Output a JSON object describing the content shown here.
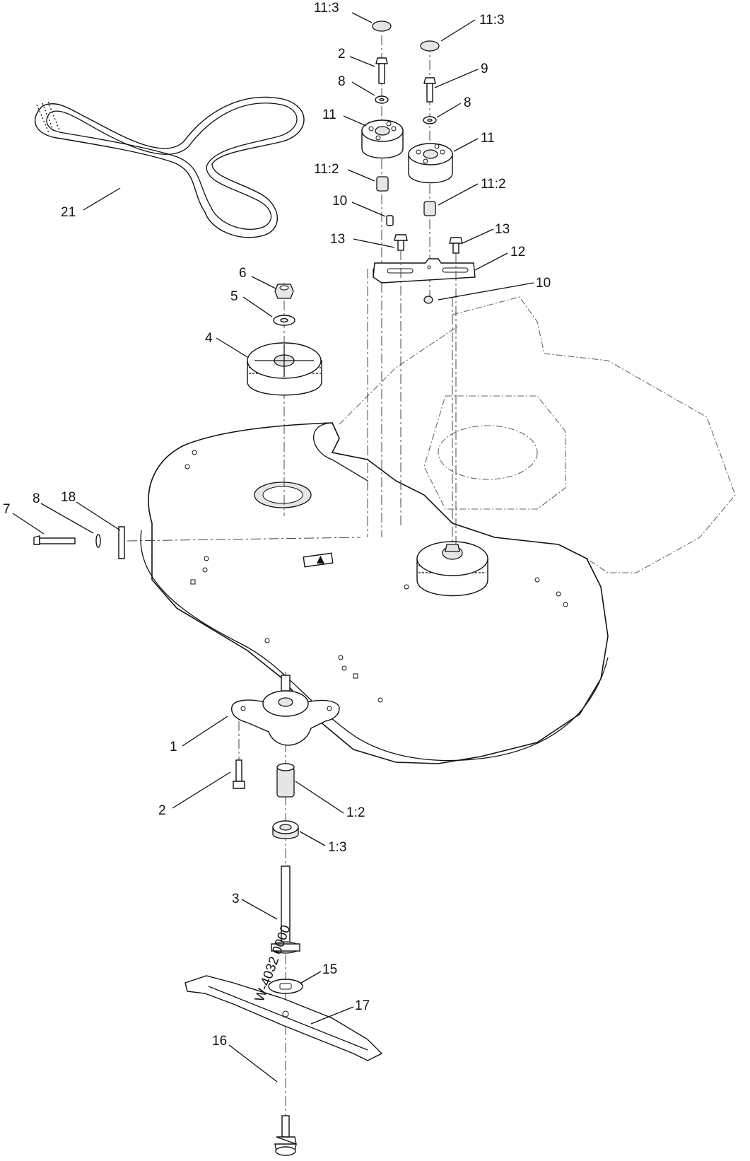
{
  "diagram": {
    "callouts": [
      {
        "id": "c-11-3-a",
        "label": "11:3"
      },
      {
        "id": "c-11-3-b",
        "label": "11:3"
      },
      {
        "id": "c-2-top",
        "label": "2"
      },
      {
        "id": "c-9",
        "label": "9"
      },
      {
        "id": "c-8-a",
        "label": "8"
      },
      {
        "id": "c-8-b",
        "label": "8"
      },
      {
        "id": "c-11-a",
        "label": "11"
      },
      {
        "id": "c-11-b",
        "label": "11"
      },
      {
        "id": "c-11-2-a",
        "label": "11:2"
      },
      {
        "id": "c-11-2-b",
        "label": "11:2"
      },
      {
        "id": "c-10-a",
        "label": "10"
      },
      {
        "id": "c-10-b",
        "label": "10"
      },
      {
        "id": "c-13-a",
        "label": "13"
      },
      {
        "id": "c-13-b",
        "label": "13"
      },
      {
        "id": "c-12",
        "label": "12"
      },
      {
        "id": "c-21",
        "label": "21"
      },
      {
        "id": "c-6",
        "label": "6"
      },
      {
        "id": "c-5",
        "label": "5"
      },
      {
        "id": "c-4",
        "label": "4"
      },
      {
        "id": "c-7",
        "label": "7"
      },
      {
        "id": "c-8-c",
        "label": "8"
      },
      {
        "id": "c-18",
        "label": "18"
      },
      {
        "id": "c-1",
        "label": "1"
      },
      {
        "id": "c-2-bottom",
        "label": "2"
      },
      {
        "id": "c-1-2",
        "label": "1:2"
      },
      {
        "id": "c-1-3",
        "label": "1:3"
      },
      {
        "id": "c-3",
        "label": "3"
      },
      {
        "id": "c-15",
        "label": "15"
      },
      {
        "id": "c-17",
        "label": "17"
      },
      {
        "id": "c-16",
        "label": "16"
      }
    ],
    "blade_marking": "W-4032 0000",
    "decal_marking": "▲"
  }
}
